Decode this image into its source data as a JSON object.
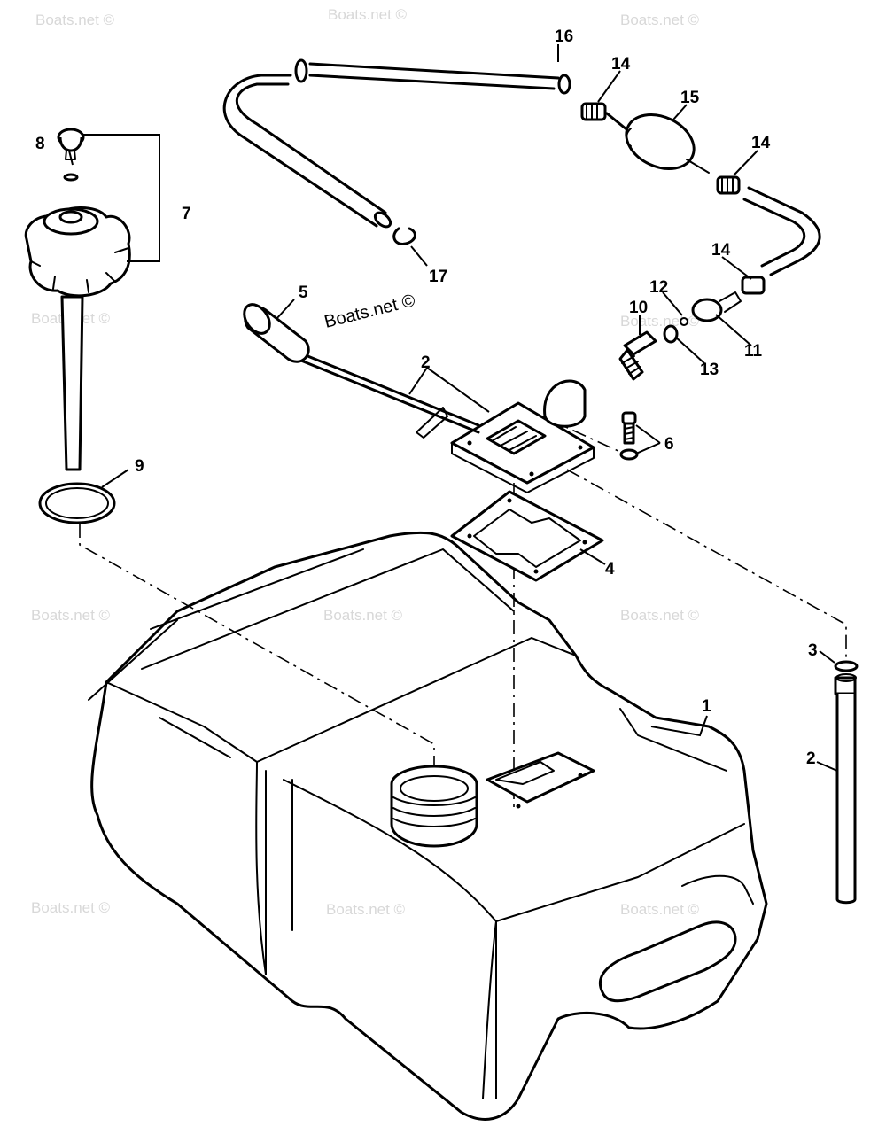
{
  "diagram": {
    "callouts": [
      "1",
      "2",
      "3",
      "4",
      "5",
      "6",
      "7",
      "8",
      "9",
      "10",
      "11",
      "12",
      "13",
      "14",
      "15",
      "16",
      "17"
    ],
    "watermark": "Boats.net ©",
    "parts": [
      {
        "id": "1",
        "name": "fuel-tank"
      },
      {
        "id": "2",
        "name": "pickup-tube"
      },
      {
        "id": "3",
        "name": "o-ring"
      },
      {
        "id": "4",
        "name": "gasket"
      },
      {
        "id": "5",
        "name": "float"
      },
      {
        "id": "6",
        "name": "screw-and-washer"
      },
      {
        "id": "7",
        "name": "fill-cap-assembly"
      },
      {
        "id": "8",
        "name": "vent-washer"
      },
      {
        "id": "9",
        "name": "cap-o-ring"
      },
      {
        "id": "10",
        "name": "fitting"
      },
      {
        "id": "11",
        "name": "connector"
      },
      {
        "id": "12",
        "name": "small-o-ring"
      },
      {
        "id": "13",
        "name": "washer"
      },
      {
        "id": "14",
        "name": "clamp"
      },
      {
        "id": "15",
        "name": "primer-bulb"
      },
      {
        "id": "16",
        "name": "hose"
      },
      {
        "id": "17",
        "name": "clip"
      }
    ]
  }
}
